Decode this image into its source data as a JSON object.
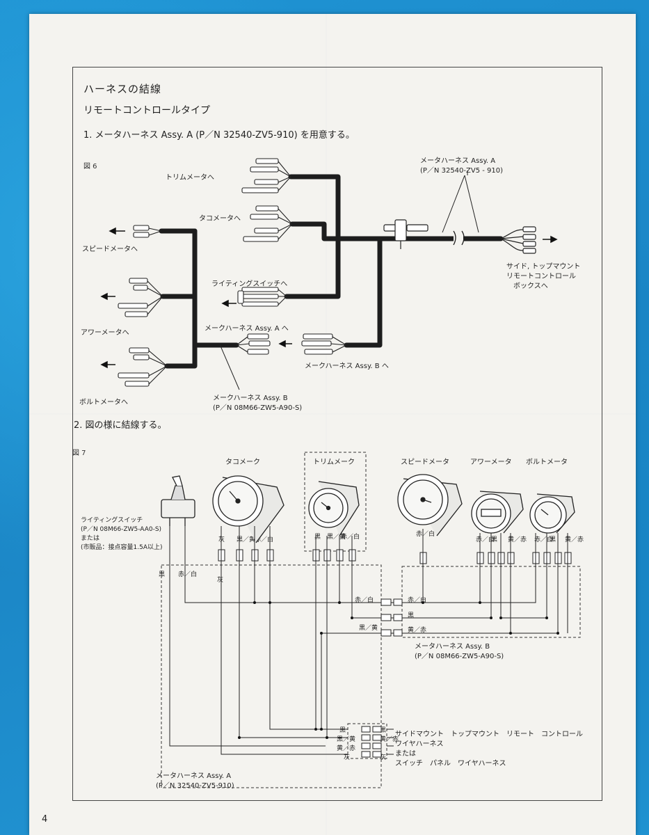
{
  "page": {
    "title": "ハーネスの結線",
    "subtitle": "リモートコントロールタイプ",
    "step1": "1. メータハーネス Assy. A (P／N 32540-ZV5-910) を用意する。",
    "step2": "2. 図の様に結線する。",
    "page_number": "4"
  },
  "figure6": {
    "label": "図 6",
    "harness_a_label": "メータハーネス Assy. A",
    "harness_a_pn": "(P／N 32540-ZV5 - 910)",
    "to_trim": "トリムメータへ",
    "to_tacho": "タコメータへ",
    "to_speed": "スピードメータへ",
    "to_lighting": "ライティングスイッチへ",
    "to_hour": "アワーメータへ",
    "to_harness_a": "メークハーネス Assy. A へ",
    "to_harness_b": "メークハーネス Assy. B へ",
    "to_volt": "ボルトメータへ",
    "harness_b_label": "メークハーネス Assy. B",
    "harness_b_pn": "(P／N 08M66-ZW5-A90-S)",
    "remote_box_line1": "サイド, トップマウント",
    "remote_box_line2": "リモートコントロール",
    "remote_box_line3": "ボックスへ"
  },
  "figure7": {
    "label": "図 7",
    "tacho": "タコメーク",
    "trim": "トリムメーク",
    "speed": "スピードメータ",
    "hour": "アワーメータ",
    "volt": "ボルトメータ",
    "switch_label": "ライティングスイッチ",
    "switch_pn": "(P／N 08M66-ZW5-AA0-S)",
    "or": "または",
    "switch_note": "(市販品：接点容量1.5A以上)",
    "wire_gray": "灰",
    "wire_black": "黒",
    "wire_black_yellow": "黒／黄",
    "wire_red_white": "赤／白",
    "wire_yellow_red": "黄／赤",
    "harness_b_label": "メータハーネス Assy. B",
    "harness_b_pn": "(P／N 08M66-ZW5-A90-S)",
    "harness_a_label": "メータハーネス Assy. A",
    "harness_a_pn": "(P／N 32540-ZV5-910)",
    "remote_line1": "サイドマウント　トップマウント　リモート　コントロール",
    "remote_line2": "ワイヤハーネス",
    "remote_line3": "または",
    "remote_line4": "スイッチ　パネル　ワイヤハーネス"
  }
}
